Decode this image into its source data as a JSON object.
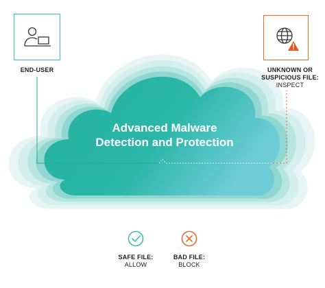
{
  "cloud": {
    "title_line1": "Advanced Malware",
    "title_line2": "Detection and Protection"
  },
  "end_user": {
    "label": "END-USER",
    "icon": "user-laptop-icon"
  },
  "suspicious": {
    "label_line1": "UNKNOWN OR",
    "label_line2": "SUSPICIOUS FILE:",
    "action": "INSPECT",
    "icon": "globe-warning-icon"
  },
  "safe": {
    "label": "SAFE FILE:",
    "action": "ALLOW",
    "icon": "check-circle-icon"
  },
  "bad": {
    "label": "BAD FILE:",
    "action": "BLOCK",
    "icon": "x-circle-icon"
  },
  "colors": {
    "teal": "#3dbfb1",
    "orange": "#f06a25",
    "cloud_core": "#24b3a1",
    "cloud_edge": "#7fd8d0",
    "warning": "#e8541c"
  }
}
